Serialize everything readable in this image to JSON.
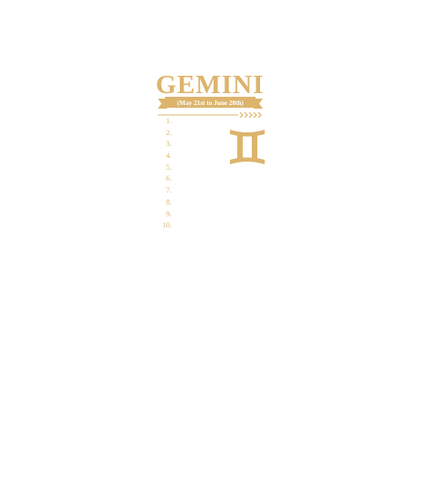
{
  "colors": {
    "gold": "#dcb46c",
    "background": "#ffffff"
  },
  "design": {
    "title": "GEMINI",
    "dates": "(May 21st to June 20th)",
    "arrows": ">>>>>",
    "symbol_icon": "gemini-zodiac-glyph",
    "list": [
      "1.",
      "2.",
      "3.",
      "4.",
      "5.",
      "6.",
      "7.",
      "8.",
      "9.",
      "10."
    ]
  }
}
